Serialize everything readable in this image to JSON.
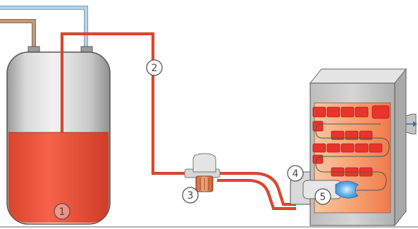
{
  "diagram": {
    "labels": [
      {
        "id": "tank",
        "text": "1"
      },
      {
        "id": "supply-line",
        "text": "2"
      },
      {
        "id": "filter-unit",
        "text": "3"
      },
      {
        "id": "burner",
        "text": "4"
      },
      {
        "id": "flame",
        "text": "5"
      }
    ],
    "colors": {
      "oil_red": "#e8452c",
      "oil_fill": "#f25a3f",
      "tank_gray": "#c8c8c8",
      "water_blue": "#a9cbe0",
      "return_brown": "#b48a6a",
      "boiler_gray": "#bdbdbd",
      "flue_red": "#e8342a",
      "flue_orange": "#f6a06a",
      "flame_blue": "#3b8fd8"
    }
  }
}
